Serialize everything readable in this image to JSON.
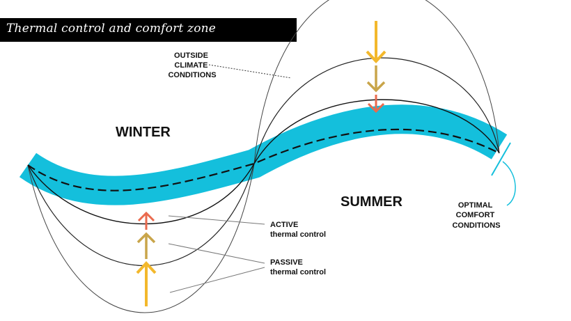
{
  "title": "Thermal control and comfort zone",
  "labels": {
    "winter": "WINTER",
    "summer": "SUMMER",
    "outside": [
      "OUTSIDE",
      "CLIMATE",
      "CONDITIONS"
    ],
    "optimal": [
      "OPTIMAL",
      "COMFORT",
      "CONDITIONS"
    ],
    "active": [
      "ACTIVE",
      "thermal control"
    ],
    "passive": [
      "PASSIVE",
      "thermal control"
    ]
  },
  "colors": {
    "comfort_band": "#14bfdc",
    "arrow_outside": "#f3b82c",
    "arrow_passive": "#c9a54a",
    "arrow_active": "#ea6a4e",
    "curve": "#111111",
    "banner_bg": "#000000"
  }
}
